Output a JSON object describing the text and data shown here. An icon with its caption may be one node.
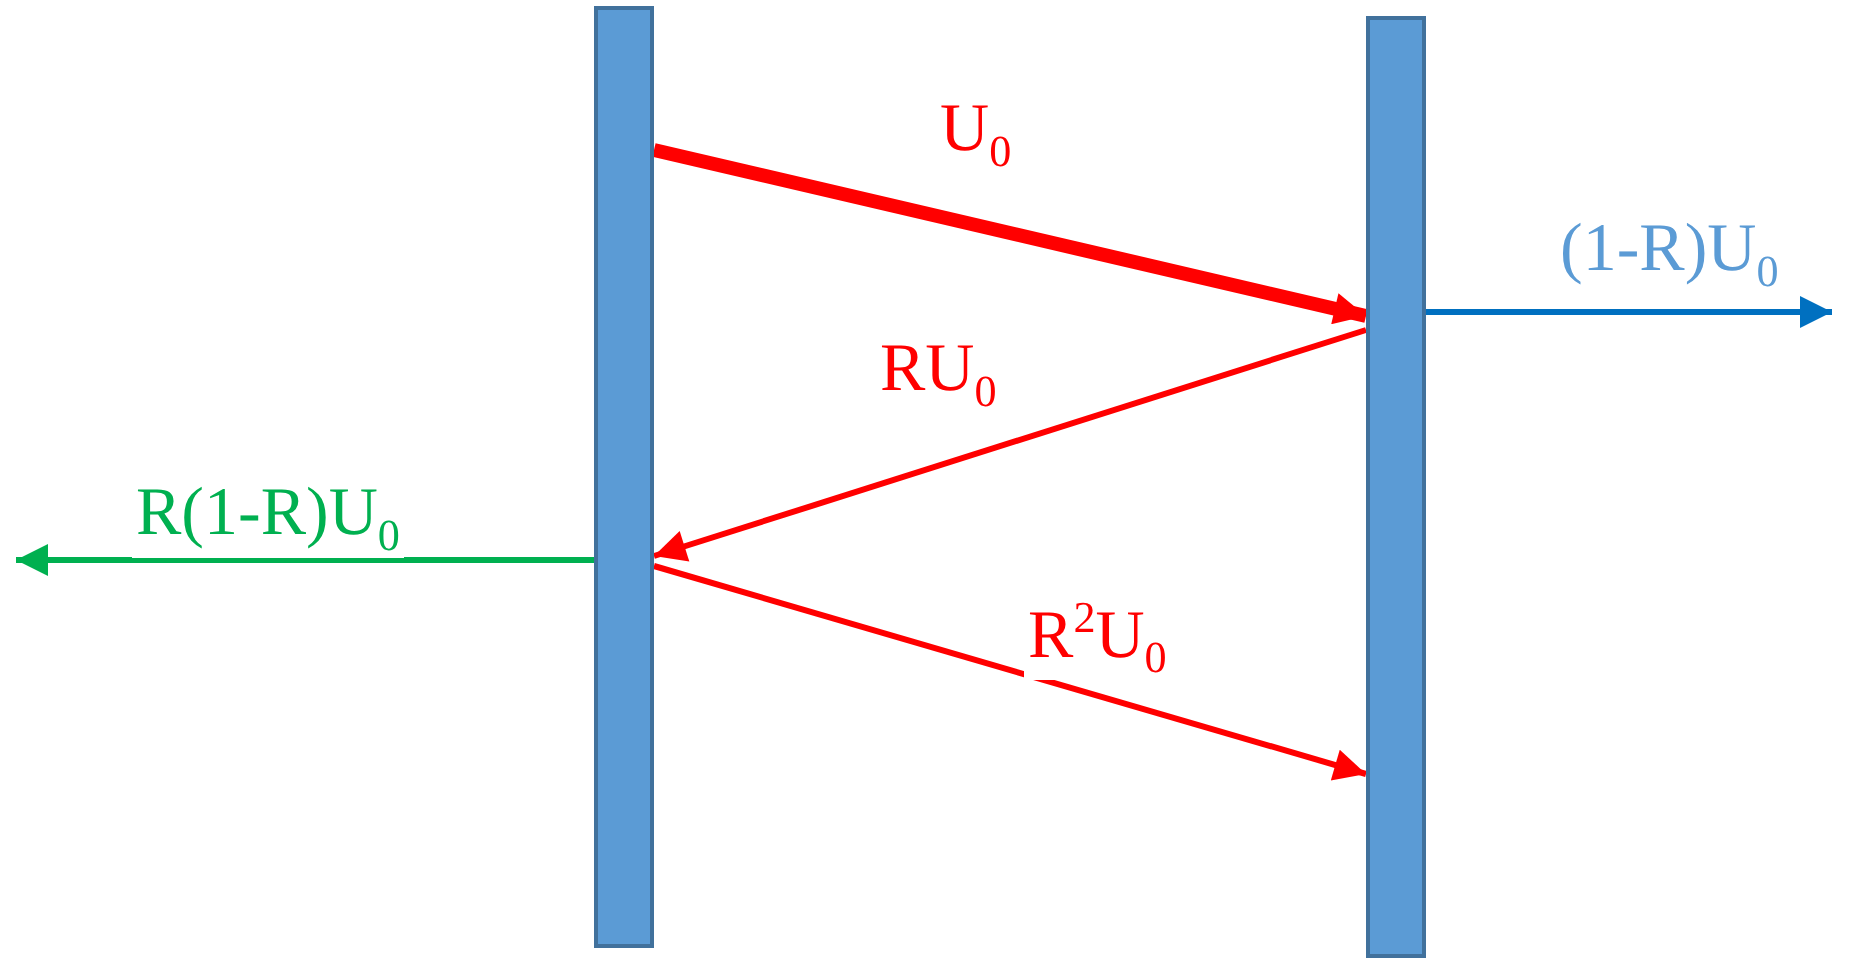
{
  "diagram": {
    "nodes": [
      {
        "text": [],
        "shape": "bar"
      },
      {
        "text": [],
        "shape": "bar"
      }
    ],
    "edges": [
      {
        "from": 0,
        "to": 1,
        "arrow": "to",
        "label": "U$_{0}$",
        "style": "thick"
      },
      {
        "from": 1,
        "to": 0,
        "arrow": "to",
        "label": "RU$_{0}$"
      },
      {
        "from": 0,
        "to": 1,
        "arrow": "to",
        "label": "R$^{2}$U$_{0}$"
      },
      {
        "from": 1,
        "to": null,
        "arrow": "to",
        "label": "(1-R)U$_{0}$",
        "color": "#0070c0"
      },
      {
        "from": 0,
        "to": null,
        "arrow": "to",
        "label": "R(1-R)U$_{0}$",
        "color": "#00b050"
      }
    ]
  }
}
